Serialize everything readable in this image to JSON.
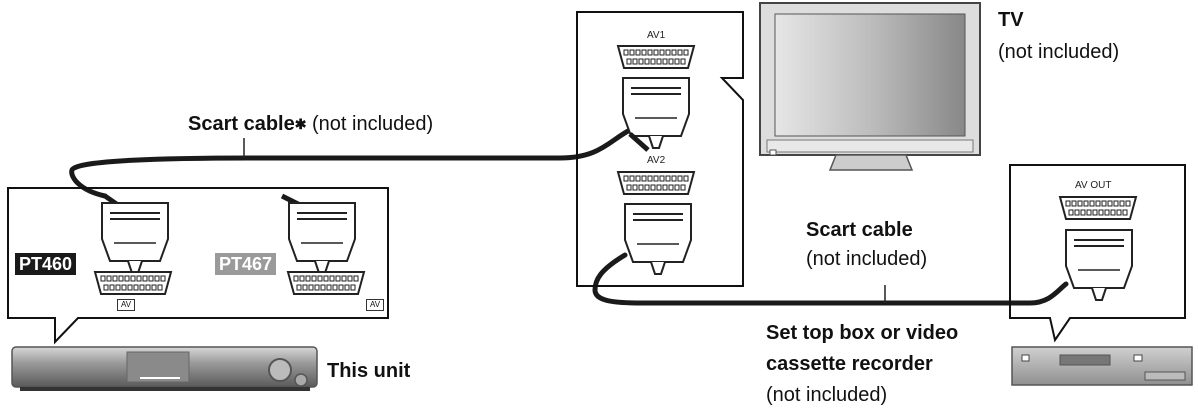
{
  "labels": {
    "scart_cable_1_bold": "Scart cable",
    "scart_cable_1_note": " (not included)",
    "scart_cable_2_bold": "Scart cable",
    "scart_cable_2_note": "(not included)",
    "tv_bold": "TV",
    "tv_note": "(not included)",
    "unit_bold": "This unit",
    "stb_line1": "Set top box or video",
    "stb_line2": "cassette recorder",
    "stb_note": "(not included)"
  },
  "models": {
    "pt460": "PT460",
    "pt467": "PT467"
  },
  "ports": {
    "av1": "AV1",
    "av2": "AV2",
    "av_out": "AV OUT",
    "av_unit_1": "AV",
    "av_unit_2": "AV"
  },
  "colors": {
    "pt460_badge": "#1a1a1a",
    "pt467_badge": "#9a9a9a",
    "cable": "#1a1a1a"
  }
}
